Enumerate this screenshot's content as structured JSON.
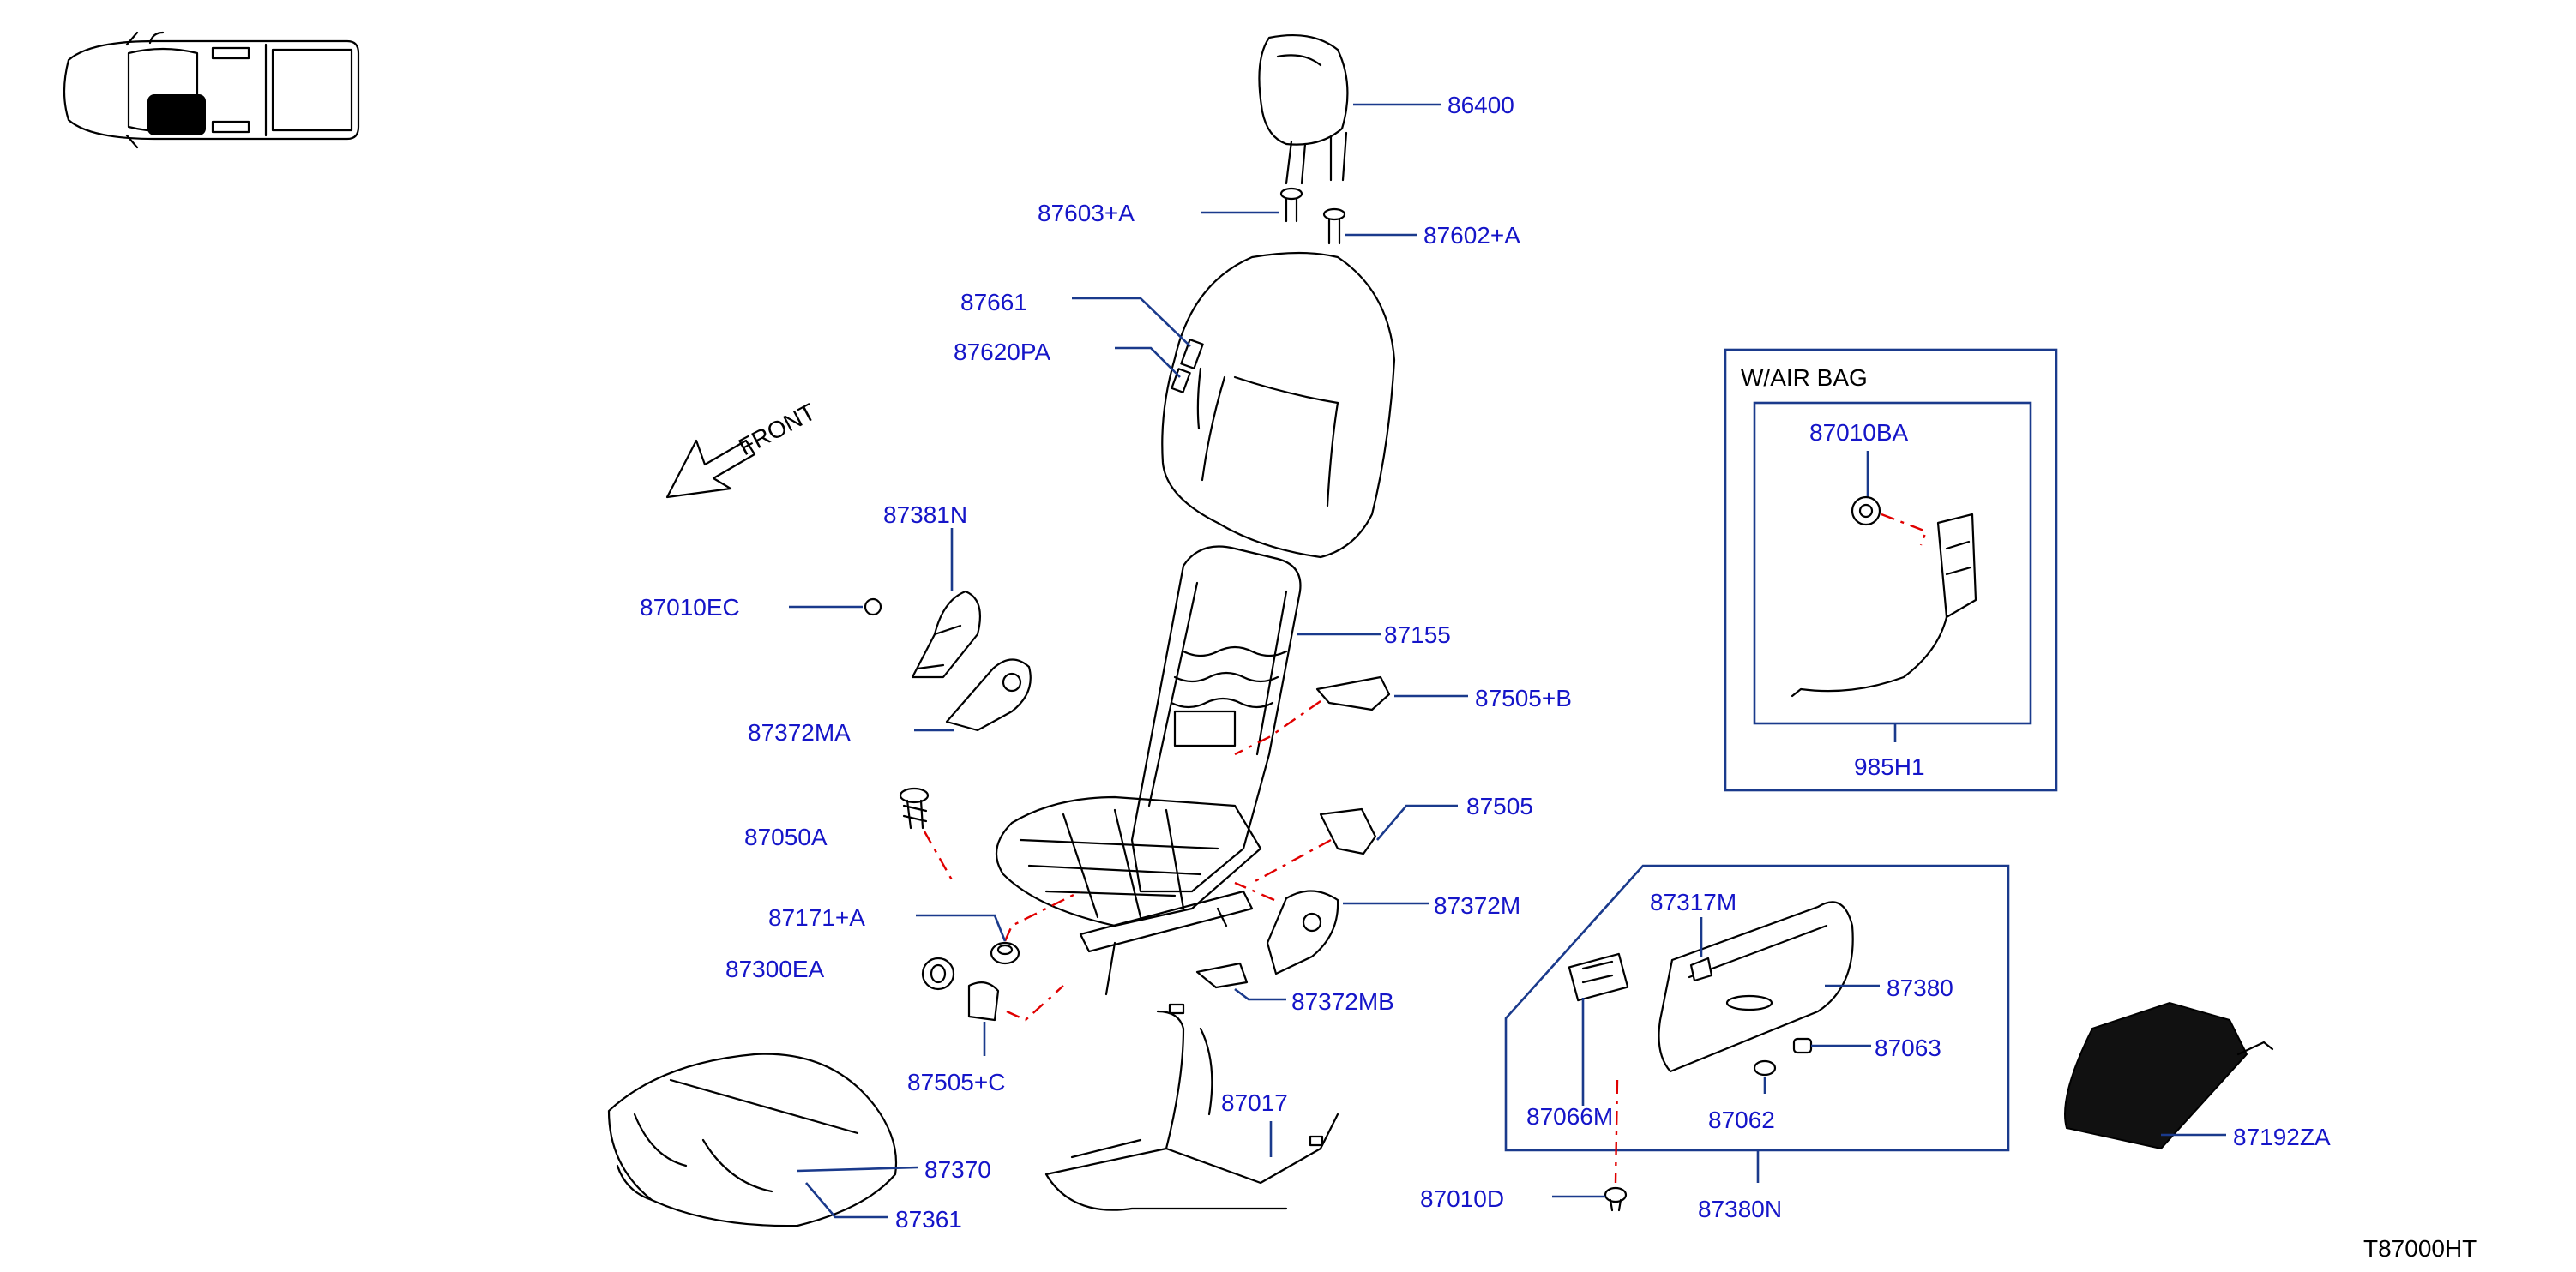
{
  "diagram_code": "T87000HT",
  "direction_label": "FRONT",
  "airbag_box": {
    "title": "W/AIR   BAG",
    "part_top": "87010BA",
    "part_bottom": "985H1"
  },
  "parts": {
    "p86400": "86400",
    "p87603": "87603+A",
    "p87602": "87602+A",
    "p87661": "87661",
    "p87620PA": "87620PA",
    "p87381N": "87381N",
    "p87010EC": "87010EC",
    "p87155": "87155",
    "p87505B": "87505+B",
    "p87372MA": "87372MA",
    "p87050A": "87050A",
    "p87505": "87505",
    "p87171A": "87171+A",
    "p87372M": "87372M",
    "p87300EA": "87300EA",
    "p87372MB": "87372MB",
    "p87505C": "87505+C",
    "p87017": "87017",
    "p87370": "87370",
    "p87361": "87361",
    "p87317M": "87317M",
    "p87380": "87380",
    "p87063": "87063",
    "p87066M": "87066M",
    "p87062": "87062",
    "p87010D": "87010D",
    "p87380N": "87380N",
    "p87192ZA": "87192ZA"
  },
  "colors": {
    "label": "#1515c8",
    "leader": "#1a3a8c",
    "dashed_link": "#e00000",
    "outline": "#000000"
  }
}
